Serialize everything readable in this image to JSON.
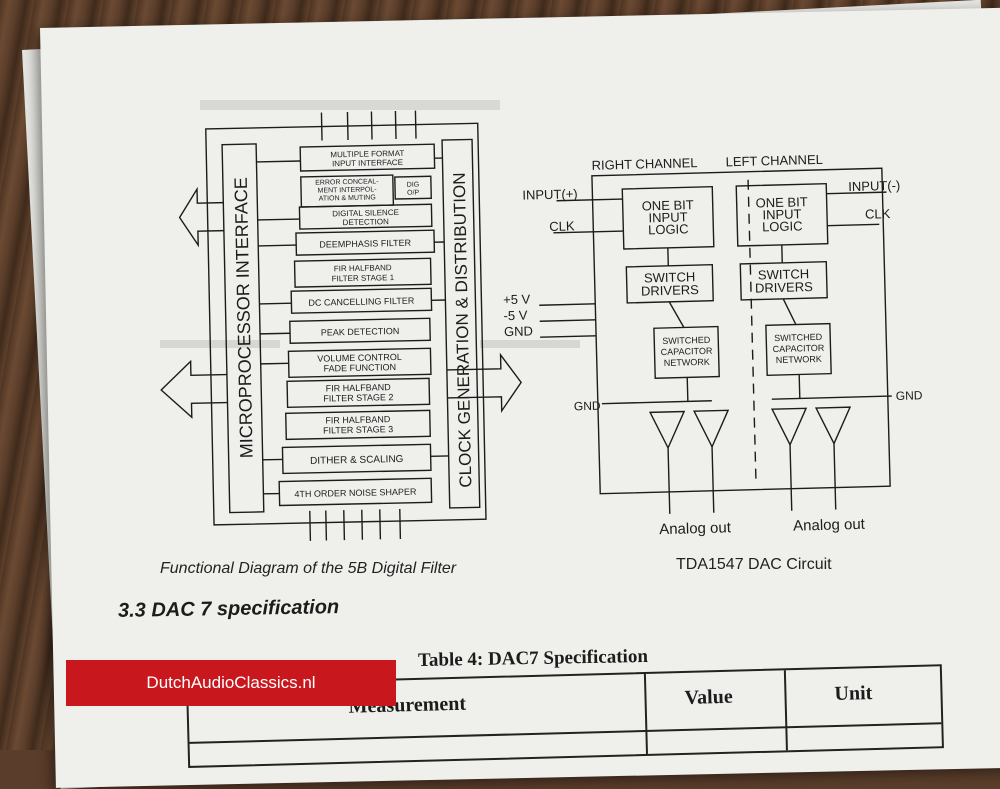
{
  "filter_diagram": {
    "left_label": "MICROPROCESSOR INTERFACE",
    "right_label": "CLOCK GENERATION & DISTRIBUTION",
    "stages": [
      "MULTIPLE FORMAT",
      "INPUT INTERFACE",
      "ERROR CONCEAL-",
      "MENT INTERPOL-",
      "ATION & MUTING",
      "DIG",
      "O/P",
      "DIGITAL SILENCE",
      "DETECTION",
      "DEEMPHASIS FILTER",
      "FIR HALFBAND",
      "FILTER STAGE 1",
      "DC CANCELLING FILTER",
      "PEAK DETECTION",
      "VOLUME CONTROL",
      "FADE FUNCTION",
      "FIR HALFBAND",
      "FILTER STAGE 2",
      "FIR HALFBAND",
      "FILTER STAGE 3",
      "DITHER & SCALING",
      "4TH ORDER NOISE SHAPER"
    ],
    "caption": "Functional Diagram of the 5B Digital Filter"
  },
  "dac_diagram": {
    "right_channel": "RIGHT CHANNEL",
    "left_channel": "LEFT CHANNEL",
    "input_plus": "INPUT(+)",
    "input_minus": "INPUT(-)",
    "clk": "CLK",
    "one_bit": "ONE BIT",
    "input": "INPUT",
    "logic": "LOGIC",
    "switch": "SWITCH",
    "drivers": "DRIVERS",
    "switched": "SWITCHED",
    "capacitor": "CAPACITOR",
    "network": "NETWORK",
    "plus5": "+5 V",
    "minus5": "-5 V",
    "gnd": "GND",
    "analog_out": "Analog out",
    "caption": "TDA1547 DAC Circuit"
  },
  "section_heading": "3.3 DAC 7 specification",
  "table": {
    "title": "Table 4: DAC7 Specification",
    "headers": [
      "Measurement",
      "Value",
      "Unit"
    ]
  },
  "watermark": "DutchAudioClassics.nl",
  "colors": {
    "banner": "#c8181e",
    "paper": "#efefec",
    "wood": "#5a3d2a"
  }
}
